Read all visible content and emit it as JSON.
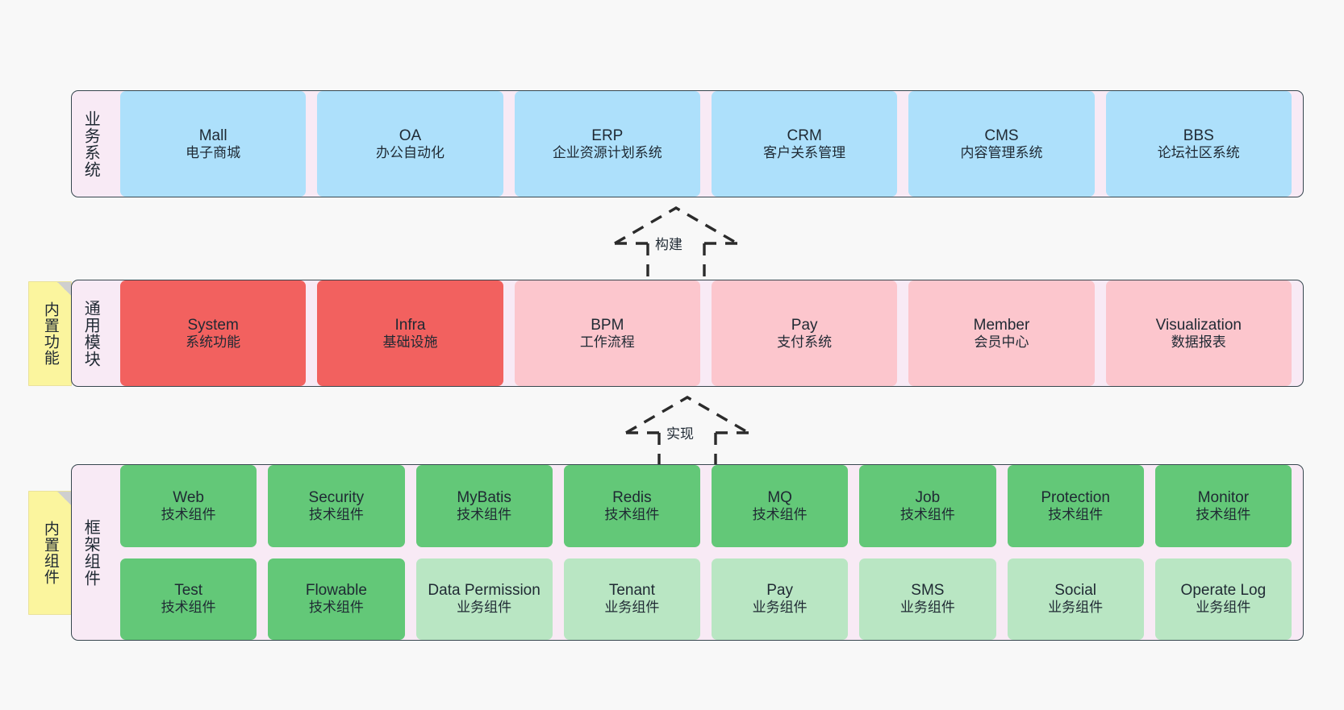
{
  "diagram": {
    "background_color": "#f8f8f8",
    "container_color": "#f8eaf5",
    "border_color": "#37474f",
    "sticky_color": "#fbf59e",
    "colors": {
      "blue": "#ade0fb",
      "red": "#f2615f",
      "pink": "#fcc6cd",
      "green": "#63c878",
      "green_light": "#b9e6c3"
    }
  },
  "sections": {
    "business": {
      "label": "业务系统",
      "rows": [
        [
          {
            "title": "Mall",
            "subtitle": "电子商城",
            "style": "blue"
          },
          {
            "title": "OA",
            "subtitle": "办公自动化",
            "style": "blue"
          },
          {
            "title": "ERP",
            "subtitle": "企业资源计划系统",
            "style": "blue"
          },
          {
            "title": "CRM",
            "subtitle": "客户关系管理",
            "style": "blue"
          },
          {
            "title": "CMS",
            "subtitle": "内容管理系统",
            "style": "blue"
          },
          {
            "title": "BBS",
            "subtitle": "论坛社区系统",
            "style": "blue"
          }
        ]
      ]
    },
    "common": {
      "label": "通用模块",
      "sticky": "内置功能",
      "rows": [
        [
          {
            "title": "System",
            "subtitle": "系统功能",
            "style": "red"
          },
          {
            "title": "Infra",
            "subtitle": "基础设施",
            "style": "red"
          },
          {
            "title": "BPM",
            "subtitle": "工作流程",
            "style": "pink"
          },
          {
            "title": "Pay",
            "subtitle": "支付系统",
            "style": "pink"
          },
          {
            "title": "Member",
            "subtitle": "会员中心",
            "style": "pink"
          },
          {
            "title": "Visualization",
            "subtitle": "数据报表",
            "style": "pink"
          }
        ]
      ]
    },
    "framework": {
      "label": "框架组件",
      "sticky": "内置组件",
      "rows": [
        [
          {
            "title": "Web",
            "subtitle": "技术组件",
            "style": "green"
          },
          {
            "title": "Security",
            "subtitle": "技术组件",
            "style": "green"
          },
          {
            "title": "MyBatis",
            "subtitle": "技术组件",
            "style": "green"
          },
          {
            "title": "Redis",
            "subtitle": "技术组件",
            "style": "green"
          },
          {
            "title": "MQ",
            "subtitle": "技术组件",
            "style": "green"
          },
          {
            "title": "Job",
            "subtitle": "技术组件",
            "style": "green"
          },
          {
            "title": "Protection",
            "subtitle": "技术组件",
            "style": "green"
          },
          {
            "title": "Monitor",
            "subtitle": "技术组件",
            "style": "green"
          }
        ],
        [
          {
            "title": "Test",
            "subtitle": "技术组件",
            "style": "green"
          },
          {
            "title": "Flowable",
            "subtitle": "技术组件",
            "style": "green"
          },
          {
            "title": "Data Permission",
            "subtitle": "业务组件",
            "style": "greenlite"
          },
          {
            "title": "Tenant",
            "subtitle": "业务组件",
            "style": "greenlite"
          },
          {
            "title": "Pay",
            "subtitle": "业务组件",
            "style": "greenlite"
          },
          {
            "title": "SMS",
            "subtitle": "业务组件",
            "style": "greenlite"
          },
          {
            "title": "Social",
            "subtitle": "业务组件",
            "style": "greenlite"
          },
          {
            "title": "Operate Log",
            "subtitle": "业务组件",
            "style": "greenlite"
          }
        ]
      ]
    }
  },
  "arrows": [
    {
      "id": "build",
      "label": "构建",
      "from": "common",
      "to": "business"
    },
    {
      "id": "impl",
      "label": "实现",
      "from": "framework",
      "to": "common"
    }
  ]
}
